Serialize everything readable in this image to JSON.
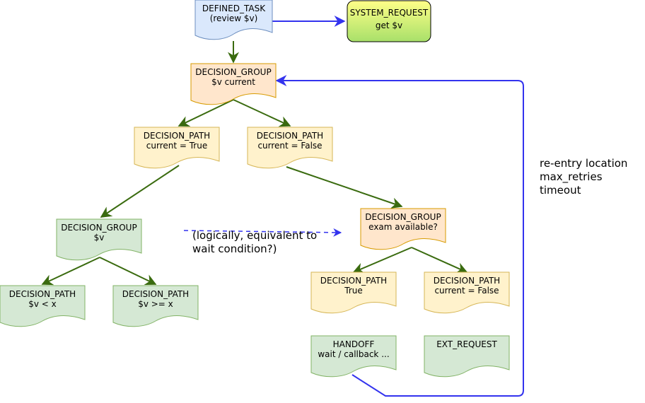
{
  "diagram": {
    "nodes": {
      "defined_task": {
        "lines": [
          "DEFINED_TASK",
          "(review $v)"
        ],
        "fill": "#dae8fc",
        "stroke": "#6c8ebf"
      },
      "system_request": {
        "lines": [
          "SYSTEM_REQUEST",
          "get $v"
        ],
        "fill_top": "#ffff88",
        "fill_bottom": "#a8e06a",
        "stroke": "#000000"
      },
      "dg_v_current": {
        "lines": [
          "DECISION_GROUP",
          "$v current"
        ],
        "fill": "#ffe6cc",
        "stroke": "#d79b00"
      },
      "dp_current_true": {
        "lines": [
          "DECISION_PATH",
          "current = True"
        ],
        "fill": "#fff2cc",
        "stroke": "#d6b656"
      },
      "dp_current_false": {
        "lines": [
          "DECISION_PATH",
          "current = False"
        ],
        "fill": "#fff2cc",
        "stroke": "#d6b656"
      },
      "dg_v": {
        "lines": [
          "DECISION_GROUP",
          "$v"
        ],
        "fill": "#d5e8d4",
        "stroke": "#82b366"
      },
      "dp_v_lt": {
        "lines": [
          "DECISION_PATH",
          "$v < x"
        ],
        "fill": "#d5e8d4",
        "stroke": "#82b366"
      },
      "dp_v_ge": {
        "lines": [
          "DECISION_PATH",
          "$v >= x"
        ],
        "fill": "#d5e8d4",
        "stroke": "#82b366"
      },
      "dg_exam": {
        "lines": [
          "DECISION_GROUP",
          "exam available?"
        ],
        "fill": "#ffe6cc",
        "stroke": "#d79b00"
      },
      "dp_true": {
        "lines": [
          "DECISION_PATH",
          "True"
        ],
        "fill": "#fff2cc",
        "stroke": "#d6b656"
      },
      "dp_false": {
        "lines": [
          "DECISION_PATH",
          "current = False"
        ],
        "fill": "#fff2cc",
        "stroke": "#d6b656"
      },
      "handoff": {
        "lines": [
          "HANDOFF",
          "wait / callback ..."
        ],
        "fill": "#d5e8d4",
        "stroke": "#82b366"
      },
      "ext_request": {
        "lines": [
          "EXT_REQUEST"
        ],
        "fill": "#d5e8d4",
        "stroke": "#82b366"
      }
    },
    "notes": {
      "equivalence": [
        "(logically, equivalent to",
        "wait condition?)"
      ],
      "reentry": [
        "re-entry location",
        "max_retries",
        "timeout"
      ]
    },
    "colors": {
      "tree_edge": "#3a6b0f",
      "flow_edge": "#3333ee"
    }
  }
}
